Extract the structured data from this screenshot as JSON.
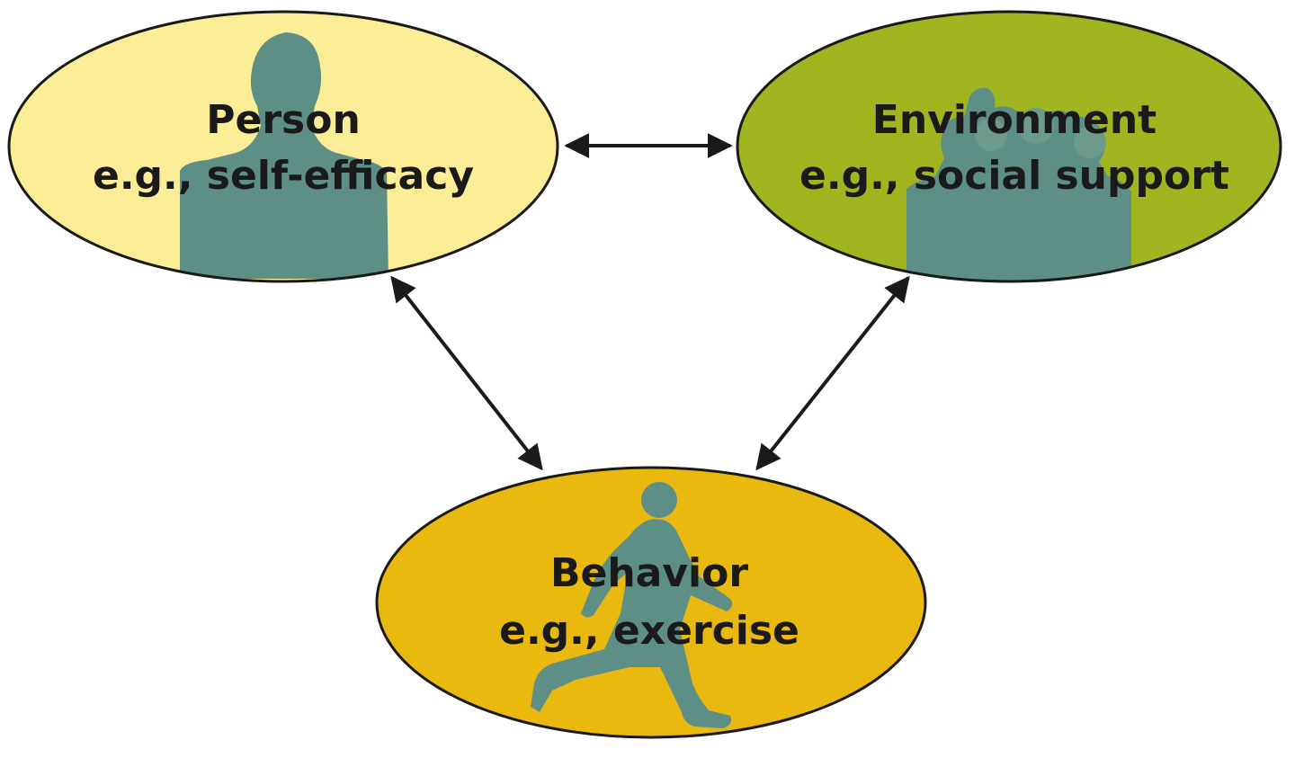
{
  "nodes": {
    "person": {
      "title": "Person",
      "example": "e.g., self-efficacy",
      "fill_color": "#fbec96",
      "icon": "person-bust-silhouette-icon"
    },
    "environment": {
      "title": "Environment",
      "example": "e.g., social support",
      "fill_color": "#a0b51f",
      "icon": "group-of-people-silhouette-icon"
    },
    "behavior": {
      "title": "Behavior",
      "example": "e.g., exercise",
      "fill_color": "#e9b90f",
      "icon": "running-person-silhouette-icon"
    }
  },
  "edges": [
    {
      "from": "person",
      "to": "environment",
      "direction": "bidirectional"
    },
    {
      "from": "person",
      "to": "behavior",
      "direction": "bidirectional"
    },
    {
      "from": "environment",
      "to": "behavior",
      "direction": "bidirectional"
    }
  ],
  "colors": {
    "silhouette": "#5e8f86",
    "outline": "#1a1a1a",
    "arrow": "#1a1a1a",
    "text": "#1a1a1a"
  }
}
